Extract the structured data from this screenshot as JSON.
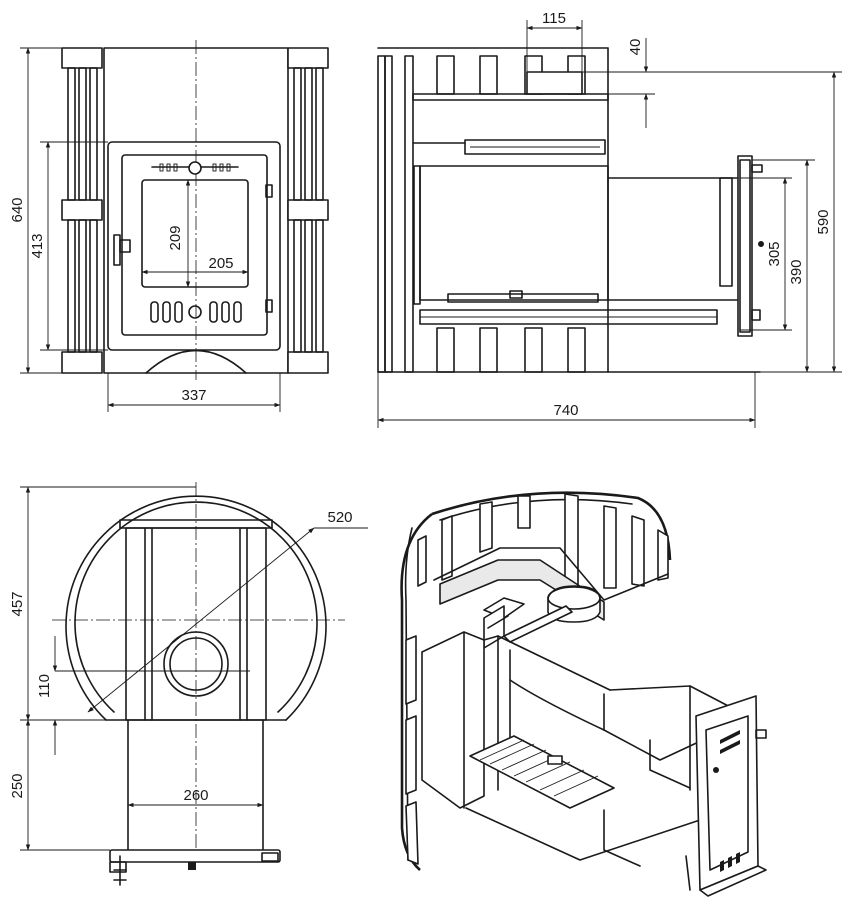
{
  "dimensions": {
    "front_total_height": "640",
    "front_door_height": "413",
    "glass_height": "209",
    "glass_width": "205",
    "front_width": "337",
    "flue_width": "115",
    "flue_offset": "40",
    "side_total_height": "590",
    "side_door_height": "305",
    "side_tunnel_height": "390",
    "side_total_length": "740",
    "top_diameter": "520",
    "top_depth": "457",
    "flue_center_offset": "110",
    "tunnel_length": "250",
    "tunnel_width": "260"
  }
}
